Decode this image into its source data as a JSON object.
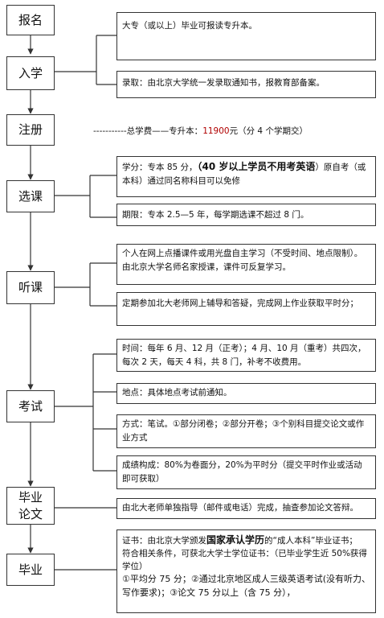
{
  "steps": [
    {
      "label": "报名"
    },
    {
      "label": "入学"
    },
    {
      "label": "注册"
    },
    {
      "label": "选课"
    },
    {
      "label": "听课"
    },
    {
      "label": "考试"
    },
    {
      "label": "毕业\n论文"
    },
    {
      "label": "毕业"
    }
  ],
  "enroll_info": {
    "eligibility": "大专（或以上）毕业可报读专升本。",
    "admission": "录取：由北京大学统一发录取通知书，报教育部备案。"
  },
  "fee": {
    "prefix": "-----------总学费——专升本：",
    "amount": "11900",
    "suffix": "元（分 4 个学期交）"
  },
  "course_info": {
    "credits_a": "学分：专本 85 分，",
    "credits_highlight": "（40 岁以上学员不用考英语",
    "credits_b": "）原自考（或本科）通过同名称科目可以免修",
    "period": "期限：专本 2.5—5 年，每学期选课不超过 8 门。"
  },
  "lecture_info": {
    "self_study": "个人在网上点播课件或用光盘自主学习（不受时间、地点限制）。由北京大学名师名家授课，课件可反复学习。",
    "tutoring": "定期参加北大老师网上辅导和答疑，完成网上作业获取平时分；"
  },
  "exam_info": {
    "time": "时间：每年 6 月、12 月（正考）；4 月、10 月（重考）共四次，每次 2 天，每天 4 科，共 8 门，补考不收费用。",
    "place": "地点：具体地点考试前通知。",
    "method": "方式：笔试。①部分闭卷；②部分开卷；③个别科目提交论文或作业方式",
    "score": "成绩构成：80%为卷面分，20%为平时分（提交平时作业或活动即可获取）"
  },
  "thesis_info": {
    "text": "由北大老师单独指导（邮件或电话）完成，抽查参加论文答辩。"
  },
  "graduation_info": {
    "cert_a": "证书：由北京大学颁发",
    "cert_highlight": "国家承认学历",
    "cert_b": "的“成人本科”毕业证书；",
    "degree": "符合相关条件，可获北大学士学位证书：（已毕业学生近 50%获得学位）",
    "conditions": "①平均分 75 分；②通过北京地区成人三级英语考试(没有听力、写作要求)；③论文 75 分以上（含 75 分），"
  }
}
